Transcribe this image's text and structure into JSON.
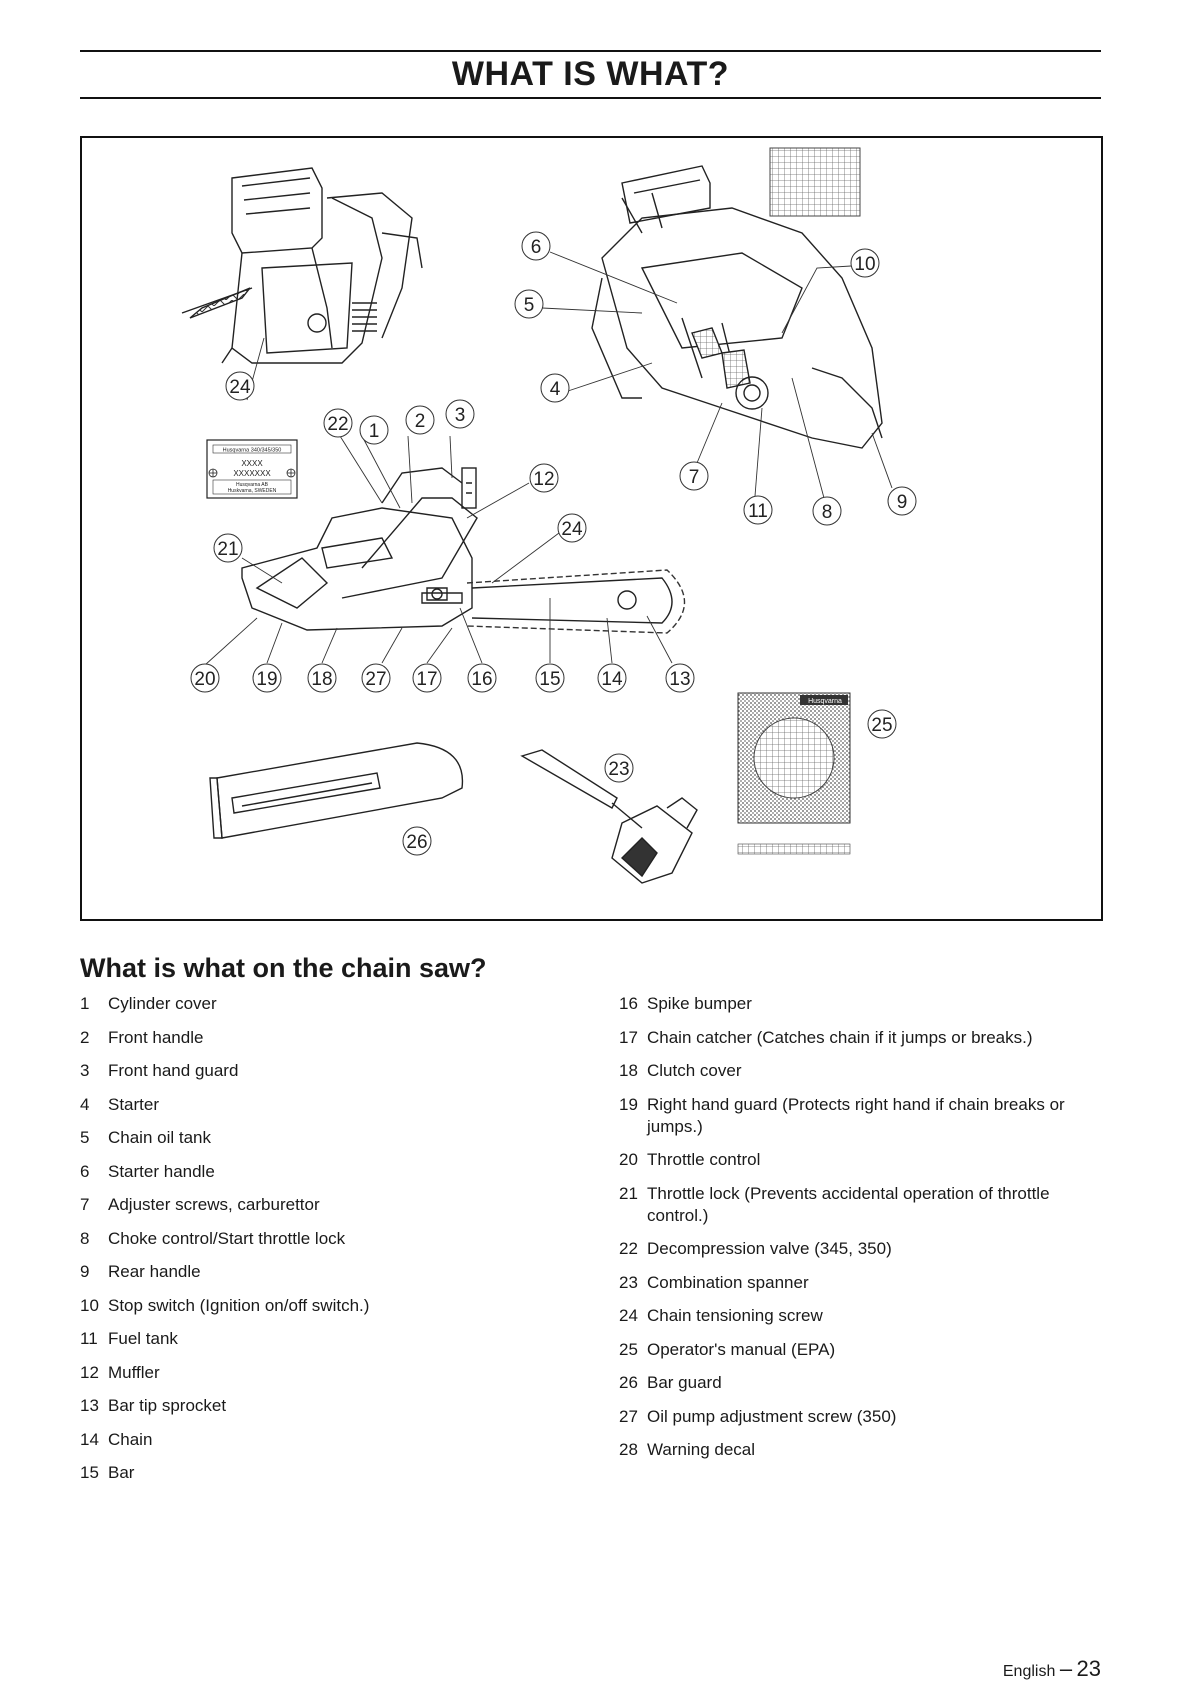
{
  "header": {
    "title": "WHAT IS WHAT?"
  },
  "figure": {
    "callouts": [
      "24",
      "22",
      "1",
      "2",
      "3",
      "6",
      "5",
      "10",
      "4",
      "7",
      "11",
      "8",
      "9",
      "12",
      "24",
      "21",
      "20",
      "19",
      "18",
      "27",
      "17",
      "16",
      "15",
      "14",
      "13",
      "25",
      "23",
      "26"
    ],
    "rating_plate": {
      "line1": "Husqvarna 340/345/350",
      "line2": "XXXX",
      "line3": "XXXXXXX",
      "line4": "Husqvarna AB",
      "line5": "Huskvarna, SWEDEN"
    },
    "manual_brand": "Husqvarna"
  },
  "section": {
    "heading": "What is what on the chain saw?"
  },
  "parts_left": [
    {
      "num": "1",
      "label": "Cylinder cover"
    },
    {
      "num": "2",
      "label": "Front handle"
    },
    {
      "num": "3",
      "label": "Front hand guard"
    },
    {
      "num": "4",
      "label": "Starter"
    },
    {
      "num": "5",
      "label": "Chain oil tank"
    },
    {
      "num": "6",
      "label": "Starter handle"
    },
    {
      "num": "7",
      "label": "Adjuster screws, carburettor"
    },
    {
      "num": "8",
      "label": "Choke control/Start throttle lock"
    },
    {
      "num": "9",
      "label": "Rear handle"
    },
    {
      "num": "10",
      "label": "Stop switch (Ignition on/off switch.)"
    },
    {
      "num": "11",
      "label": "Fuel tank"
    },
    {
      "num": "12",
      "label": "Muffler"
    },
    {
      "num": "13",
      "label": "Bar tip sprocket"
    },
    {
      "num": "14",
      "label": "Chain"
    },
    {
      "num": "15",
      "label": "Bar"
    }
  ],
  "parts_right": [
    {
      "num": "16",
      "label": "Spike bumper"
    },
    {
      "num": "17",
      "label": "Chain catcher (Catches chain if it jumps or breaks.)"
    },
    {
      "num": "18",
      "label": "Clutch cover"
    },
    {
      "num": "19",
      "label": "Right hand guard (Protects right hand if chain breaks or jumps.)"
    },
    {
      "num": "20",
      "label": "Throttle control"
    },
    {
      "num": "21",
      "label": "Throttle lock (Prevents accidental operation of throttle control.)"
    },
    {
      "num": "22",
      "label": "Decompression valve (345, 350)"
    },
    {
      "num": "23",
      "label": "Combination spanner"
    },
    {
      "num": "24",
      "label": "Chain tensioning screw"
    },
    {
      "num": "25",
      "label": "Operator's manual (EPA)"
    },
    {
      "num": "26",
      "label": "Bar guard"
    },
    {
      "num": "27",
      "label": "Oil pump adjustment screw (350)"
    },
    {
      "num": "28",
      "label": "Warning decal"
    }
  ],
  "footer": {
    "language": "English",
    "separator": "–",
    "page": "23"
  }
}
